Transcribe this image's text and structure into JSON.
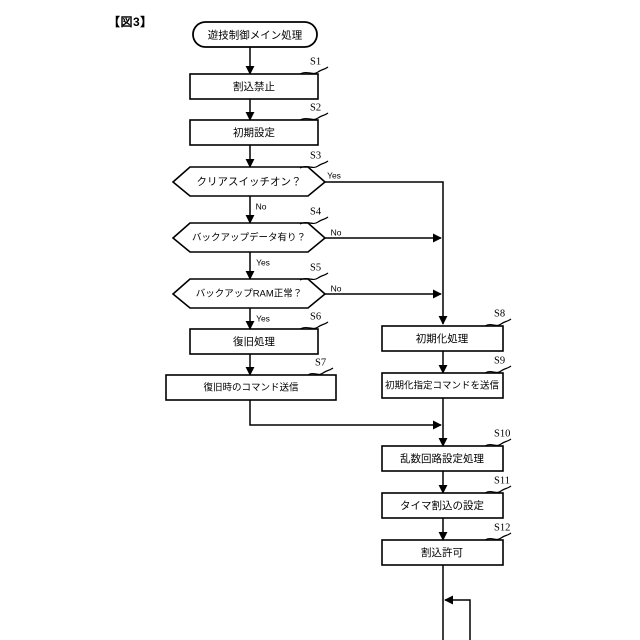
{
  "figure": {
    "label": "【図3】"
  },
  "flowchart": {
    "type": "flowchart",
    "title": "遊技制御メイン処理",
    "orientation": "top-to-bottom",
    "nodes": [
      {
        "id": "start",
        "shape": "terminal",
        "step": "",
        "text": "遊技制御メイン処理"
      },
      {
        "id": "s1",
        "shape": "process",
        "step": "S1",
        "text": "割込禁止"
      },
      {
        "id": "s2",
        "shape": "process",
        "step": "S2",
        "text": "初期設定"
      },
      {
        "id": "s3",
        "shape": "decision",
        "step": "S3",
        "text": "クリアスイッチオン？"
      },
      {
        "id": "s4",
        "shape": "decision",
        "step": "S4",
        "text": "バックアップデータ有り？"
      },
      {
        "id": "s5",
        "shape": "decision",
        "step": "S5",
        "text": "バックアップRAM正常？"
      },
      {
        "id": "s6",
        "shape": "process",
        "step": "S6",
        "text": "復旧処理"
      },
      {
        "id": "s7",
        "shape": "process",
        "step": "S7",
        "text": "復旧時のコマンド送信"
      },
      {
        "id": "s8",
        "shape": "process",
        "step": "S8",
        "text": "初期化処理"
      },
      {
        "id": "s9",
        "shape": "process",
        "step": "S9",
        "text": "初期化指定コマンドを送信"
      },
      {
        "id": "s10",
        "shape": "process",
        "step": "S10",
        "text": "乱数回路設定処理"
      },
      {
        "id": "s11",
        "shape": "process",
        "step": "S11",
        "text": "タイマ割込の設定"
      },
      {
        "id": "s12",
        "shape": "process",
        "step": "S12",
        "text": "割込許可"
      }
    ],
    "branch_labels": {
      "s3_yes": "Yes",
      "s3_no": "No",
      "s4_no": "No",
      "s4_yes": "Yes",
      "s5_no": "No",
      "s5_yes": "Yes"
    },
    "edges": [
      {
        "from": "start",
        "to": "s1",
        "label": ""
      },
      {
        "from": "s1",
        "to": "s2",
        "label": ""
      },
      {
        "from": "s2",
        "to": "s3",
        "label": ""
      },
      {
        "from": "s3",
        "to": "s8",
        "label": "Yes"
      },
      {
        "from": "s3",
        "to": "s4",
        "label": "No"
      },
      {
        "from": "s4",
        "to": "s8",
        "label": "No"
      },
      {
        "from": "s4",
        "to": "s5",
        "label": "Yes"
      },
      {
        "from": "s5",
        "to": "s8",
        "label": "No"
      },
      {
        "from": "s5",
        "to": "s6",
        "label": "Yes"
      },
      {
        "from": "s6",
        "to": "s7",
        "label": ""
      },
      {
        "from": "s7",
        "to": "s10",
        "label": ""
      },
      {
        "from": "s8",
        "to": "s9",
        "label": ""
      },
      {
        "from": "s9",
        "to": "s10",
        "label": ""
      },
      {
        "from": "s10",
        "to": "s11",
        "label": ""
      },
      {
        "from": "s11",
        "to": "s12",
        "label": ""
      },
      {
        "from": "s12",
        "to": "s12",
        "label": "loop-back"
      }
    ],
    "colors": {
      "stroke": "#000000",
      "fill": "#ffffff",
      "background": "#ffffff"
    }
  }
}
